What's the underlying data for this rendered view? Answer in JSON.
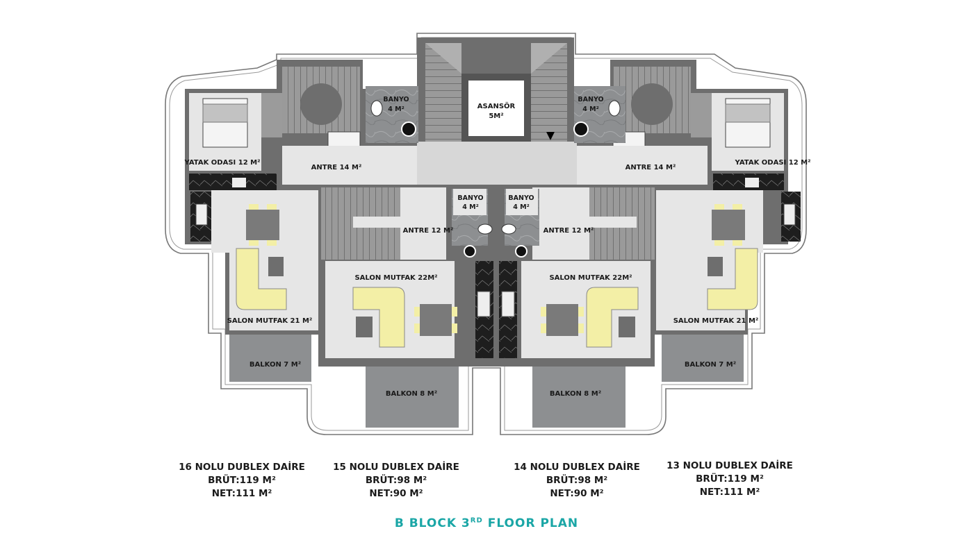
{
  "plan_title": {
    "prefix": "B BLOCK 3",
    "sup": "RD",
    "suffix": " FLOOR PLAN"
  },
  "rooms": {
    "elevator": {
      "line1": "ASANSÖR",
      "line2": "5M²"
    },
    "bath_top_left": {
      "line1": "BANYO",
      "line2": "4 M²"
    },
    "bath_top_right": {
      "line1": "BANYO",
      "line2": "4 M²"
    },
    "bath_mid_left": {
      "line1": "BANYO",
      "line2": "4 M²"
    },
    "bath_mid_right": {
      "line1": "BANYO",
      "line2": "4 M²"
    },
    "bedroom_left": "YATAK ODASI 12 M²",
    "bedroom_right": "YATAK ODASI 12 M²",
    "hall_top_left": "ANTRE 14 M²",
    "hall_top_right": "ANTRE 14  M²",
    "hall_mid_left": "ANTRE 12 M²",
    "hall_mid_right": "ANTRE 12  M²",
    "living_outer_left": "SALON MUTFAK 21 M²",
    "living_inner_left": "SALON MUTFAK 22M²",
    "living_inner_right": "SALON MUTFAK 22M²",
    "living_outer_right": "SALON MUTFAK 21 M²",
    "balcony_outer_left": "BALKON 7 M²",
    "balcony_inner_left": "BALKON 8 M²",
    "balcony_inner_right": "BALKON 8 M²",
    "balcony_outer_right": "BALKON 7 M²"
  },
  "units": [
    {
      "name": "16 NOLU DUBLEX DAİRE",
      "gross": "BRÜT:119 M²",
      "net": "NET:111 M²"
    },
    {
      "name": "15 NOLU DUBLEX DAİRE",
      "gross": "BRÜT:98 M²",
      "net": "NET:90 M²"
    },
    {
      "name": "14 NOLU DUBLEX DAİRE",
      "gross": "BRÜT:98 M²",
      "net": "NET:90 M²"
    },
    {
      "name": "13 NOLU DUBLEX DAİRE",
      "gross": "BRÜT:119 M²",
      "net": "NET:111 M²"
    }
  ],
  "colors": {
    "wall": "#6e6e6e",
    "floor": "#e6e6e6",
    "stone": "#8d8f91",
    "sofa": "#f3efa6",
    "title": "#1aa6a6"
  }
}
